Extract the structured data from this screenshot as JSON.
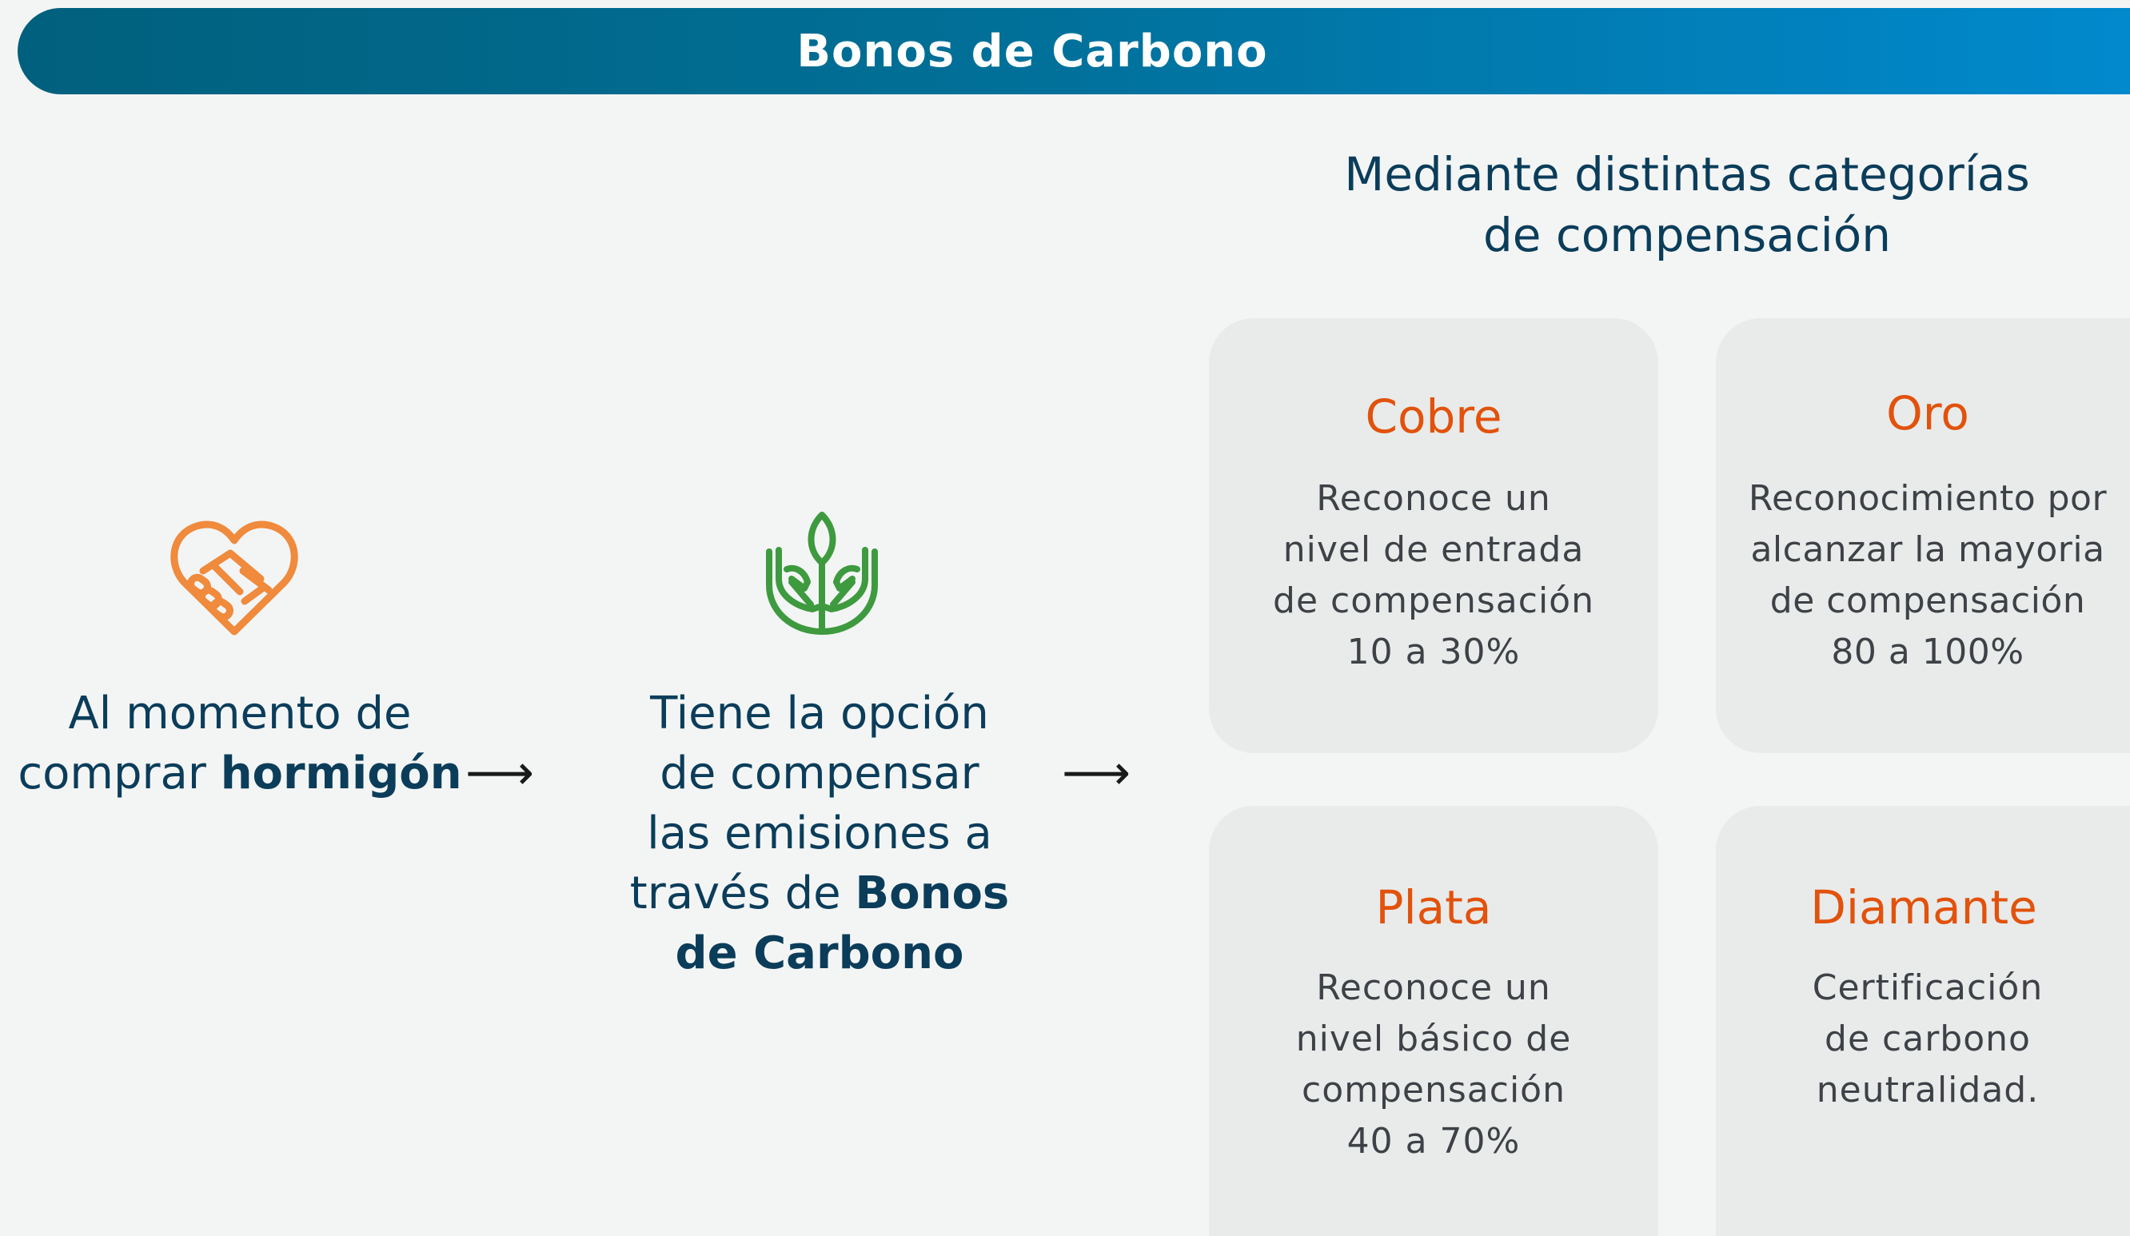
{
  "header": {
    "title": "Bonos de Carbono"
  },
  "subtitle": {
    "line1": "Mediante distintas categorías",
    "line2": "de compensación"
  },
  "steps": [
    {
      "icon": "handshake-heart-icon",
      "line1": "Al momento de",
      "line2_plain": "comprar ",
      "line2_bold": "hormigón"
    },
    {
      "icon": "plant-hands-icon",
      "line1": "Tiene la opción",
      "line2": "de compensar",
      "line3": "las emisiones a",
      "line4_plain": "través de ",
      "line4_bold": "Bonos",
      "line5_bold": "de Carbono"
    }
  ],
  "arrows": [
    "⟶",
    "⟶"
  ],
  "categories": [
    {
      "title": "Cobre",
      "lines": [
        "Reconoce un",
        "nivel de entrada",
        "de compensación",
        "10 a 30%"
      ]
    },
    {
      "title": "Oro",
      "lines": [
        "Reconocimiento por",
        "alcanzar la mayoria",
        "de compensación",
        "80 a 100%"
      ]
    },
    {
      "title": "Plata",
      "lines": [
        "Reconoce un",
        "nivel básico de",
        "compensación",
        "40 a 70%"
      ]
    },
    {
      "title": "Diamante",
      "lines": [
        "Certificación",
        "de carbono",
        "neutralidad."
      ]
    }
  ],
  "colors": {
    "banner_start": "#01607d",
    "banner_end": "#0189cd",
    "accent_orange": "#e2520c",
    "icon_orange": "#f08a3c",
    "icon_green": "#3e9a3e",
    "text_navy": "#0b3d5a"
  }
}
